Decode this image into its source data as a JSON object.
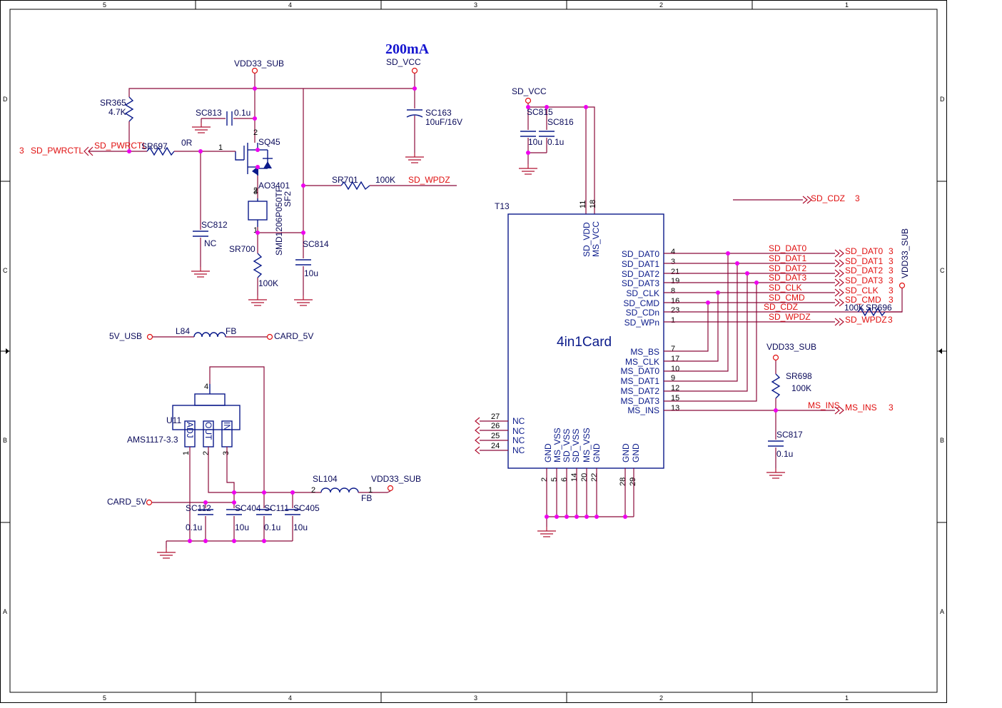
{
  "border": {
    "columns": [
      "5",
      "4",
      "3",
      "2",
      "1"
    ],
    "rows": [
      "D",
      "C",
      "B",
      "A"
    ]
  },
  "current_note": "200mA",
  "power_switch": {
    "vdd_label": "VDD33_SUB",
    "sdvcc_label": "SD_VCC",
    "sr365": {
      "ref": "SR365",
      "value": "4.7K"
    },
    "sc813": {
      "ref": "SC813",
      "value": "0.1u"
    },
    "sq45": {
      "ref": "SQ45",
      "part": "AO3401"
    },
    "sr697": {
      "ref": "SR697",
      "value": "0R"
    },
    "pwrctl_port": "SD_PWRCTL",
    "pwrctl_port_sheet": "3",
    "pwrctl_net": "SD_PWRCTL",
    "sc812": {
      "ref": "SC812",
      "value": "NC"
    },
    "sf2": {
      "ref": "SF2",
      "part": "SMD1206P050TF"
    },
    "sr700": {
      "ref": "SR700",
      "value": "100K"
    },
    "sc814": {
      "ref": "SC814",
      "value": "10u"
    },
    "sc163": {
      "ref": "SC163",
      "value": "10uF/16V"
    },
    "sr701": {
      "ref": "SR701",
      "value": "100K"
    },
    "wpdz_net": "SD_WPDZ",
    "pins": {
      "g": "1",
      "d": "2",
      "s": "3",
      "f1": "1",
      "f2": "2"
    }
  },
  "ferrite": {
    "in_label": "5V_USB",
    "ref": "L84",
    "value": "FB",
    "out_label": "CARD_5V"
  },
  "regulator": {
    "ref": "U11",
    "part": "AMS1117-3.3",
    "pins": [
      {
        "num": "1",
        "name": "ADJ"
      },
      {
        "num": "2",
        "name": "OUT"
      },
      {
        "num": "3",
        "name": "IN"
      },
      {
        "num": "4",
        "name": ""
      }
    ],
    "in_label": "CARD_5V",
    "caps": [
      {
        "ref": "SC112",
        "value": "0.1u"
      },
      {
        "ref": "SC404",
        "value": "10u"
      },
      {
        "ref": "SC111",
        "value": "0.1u"
      },
      {
        "ref": "SC405",
        "value": "10u"
      }
    ],
    "sl104": {
      "ref": "SL104",
      "value": "FB",
      "pin_a": "2",
      "pin_b": "1"
    },
    "out_label": "VDD33_SUB"
  },
  "card": {
    "ref": "T13",
    "title": "4in1Card",
    "vcc_label": "SD_VCC",
    "sc815": {
      "ref": "SC815",
      "value": "10u"
    },
    "sc816": {
      "ref": "SC816",
      "value": "0.1u"
    },
    "top_pins": [
      {
        "num": "11",
        "name": "SD_VDD"
      },
      {
        "num": "18",
        "name": "MS_VCC"
      }
    ],
    "right_pins": [
      {
        "num": "4",
        "name": "SD_DAT0",
        "net": "SD_DAT0",
        "port": "SD_DAT0",
        "sheet": "3"
      },
      {
        "num": "3",
        "name": "SD_DAT1",
        "net": "SD_DAT1",
        "port": "SD_DAT1",
        "sheet": "3"
      },
      {
        "num": "21",
        "name": "SD_DAT2",
        "net": "SD_DAT2",
        "port": "SD_DAT2",
        "sheet": "3"
      },
      {
        "num": "19",
        "name": "SD_DAT3",
        "net": "SD_DAT3",
        "port": "SD_DAT3",
        "sheet": "3"
      },
      {
        "num": "8",
        "name": "SD_CLK",
        "net": "SD_CLK",
        "port": "SD_CLK",
        "sheet": "3"
      },
      {
        "num": "16",
        "name": "SD_CMD",
        "net": "SD_CMD",
        "port": "SD_CMD",
        "sheet": "3"
      },
      {
        "num": "23",
        "name": "SD_CDn",
        "net": "SD_CDZ",
        "port": "",
        "sheet": ""
      },
      {
        "num": "1",
        "name": "SD_WPn",
        "net": "SD_WPDZ",
        "port": "SD_WPDZ",
        "sheet": "3"
      }
    ],
    "ms_pins": [
      {
        "num": "7",
        "name": "MS_BS"
      },
      {
        "num": "17",
        "name": "MS_CLK"
      },
      {
        "num": "10",
        "name": "MS_DAT0"
      },
      {
        "num": "9",
        "name": "MS_DAT1"
      },
      {
        "num": "12",
        "name": "MS_DAT2"
      },
      {
        "num": "15",
        "name": "MS_DAT3"
      },
      {
        "num": "13",
        "name": "MS_INS"
      }
    ],
    "nc_pins": [
      {
        "num": "27",
        "name": "NC"
      },
      {
        "num": "26",
        "name": "NC"
      },
      {
        "num": "25",
        "name": "NC"
      },
      {
        "num": "24",
        "name": "NC"
      }
    ],
    "bottom_pins": [
      {
        "num": "2",
        "name": "GND"
      },
      {
        "num": "5",
        "name": "MS_VSS"
      },
      {
        "num": "6",
        "name": "SD_VSS"
      },
      {
        "num": "14",
        "name": "SD_VSS"
      },
      {
        "num": "20",
        "name": "MS_VSS"
      },
      {
        "num": "22",
        "name": "GND"
      },
      {
        "num": "28",
        "name": "GND"
      },
      {
        "num": "29",
        "name": "GND"
      }
    ],
    "cdz_port": {
      "label": "SD_CDZ",
      "sheet": "3"
    },
    "sr696": {
      "ref": "SR696",
      "value": "100K"
    },
    "pullup_label": "VDD33_SUB",
    "ms_ins": {
      "vdd_label": "VDD33_SUB",
      "sr698": {
        "ref": "SR698",
        "value": "100K"
      },
      "net": "MS_INS",
      "port": "MS_INS",
      "sheet": "3",
      "sc817": {
        "ref": "SC817",
        "value": "0.1u"
      }
    }
  }
}
